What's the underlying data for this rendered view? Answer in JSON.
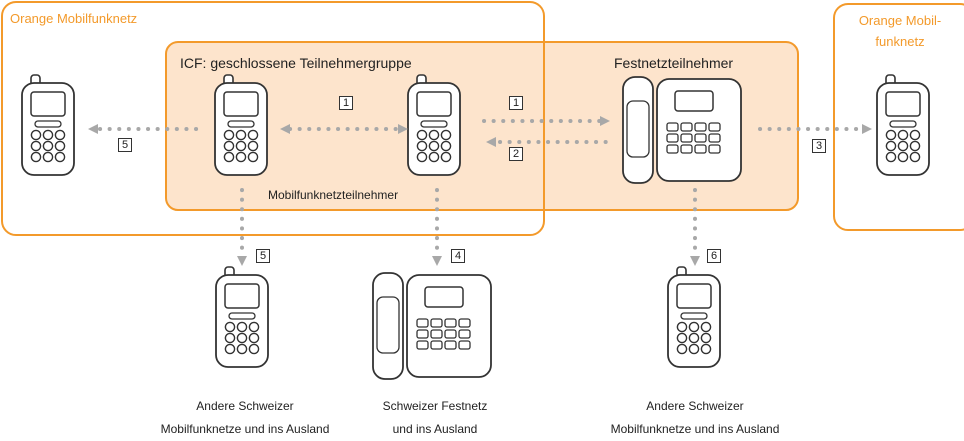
{
  "regions": {
    "orange_left_title": "Orange Mobilfunknetz",
    "icf_title": "ICF: geschlossene Teilnehmergruppe",
    "fixed_title": "Festnetzteilnehmer",
    "orange_right_title_line1": "Orange Mobil-",
    "orange_right_title_line2": "funknetz",
    "mobile_subscribers_label": "Mobilfunknetzteilnehmer"
  },
  "badges": {
    "b1_top": "1",
    "b1_right": "1",
    "b2": "2",
    "b3": "3",
    "b4": "4",
    "b5_left": "5",
    "b5_down": "5",
    "b6": "6"
  },
  "captions": {
    "left_line1": "Andere Schweizer",
    "left_line2": "Mobilfunknetze und ins Ausland",
    "mid_line1": "Schweizer Festnetz",
    "mid_line2": "und ins Ausland",
    "right_line1": "Andere Schweizer",
    "right_line2": "Mobilfunknetze und ins Ausland"
  },
  "colors": {
    "accent_orange": "#f39a2b",
    "fill_orange": "#fde4cc",
    "arrow_grey": "#a8a8a8",
    "device_stroke": "#333333"
  }
}
